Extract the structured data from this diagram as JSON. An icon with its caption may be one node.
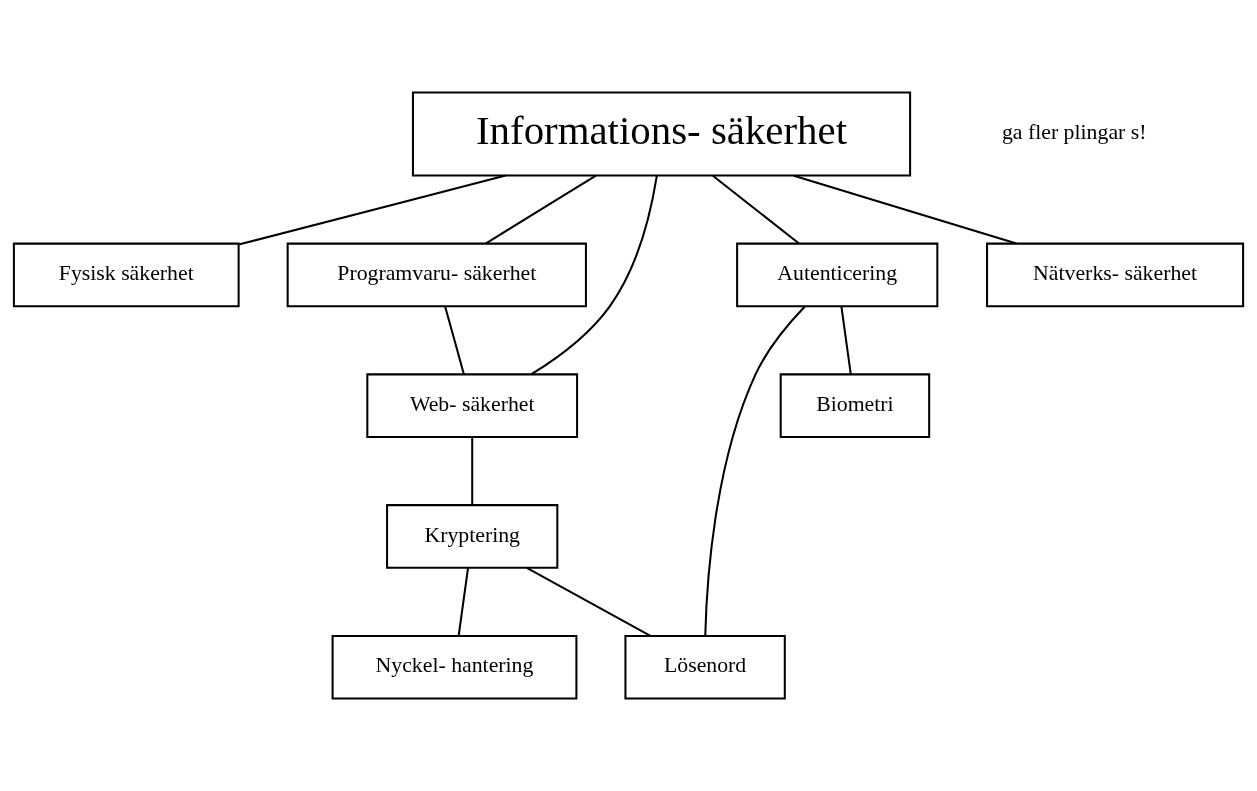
{
  "diagram": {
    "nodes": [
      {
        "text": [
          "Informations- säkerhet"
        ]
      },
      {
        "text": [
          "Fysisk säkerhet"
        ]
      },
      {
        "text": [
          "Programvaru- säkerhet"
        ]
      },
      {
        "text": [
          "Web- säkerhet"
        ]
      },
      {
        "text": [
          "Autenticering"
        ]
      },
      {
        "text": [
          "Nätverks- säkerhet"
        ]
      },
      {
        "text": [
          "Kryptering"
        ]
      },
      {
        "text": [
          "Lösenord"
        ]
      },
      {
        "text": [
          "Biometri"
        ]
      },
      {
        "text": [
          "Nyckel- hantering"
        ]
      }
    ],
    "edges": [
      {
        "from": 0,
        "to": 1,
        "arrow": "none"
      },
      {
        "from": 0,
        "to": 2,
        "arrow": "none"
      },
      {
        "from": 0,
        "to": 5,
        "arrow": "none"
      },
      {
        "from": 0,
        "to": 3,
        "arrow": "none"
      },
      {
        "from": 0,
        "to": 4,
        "arrow": "none"
      },
      {
        "from": 2,
        "to": 3,
        "arrow": "none"
      },
      {
        "from": 3,
        "to": 6,
        "arrow": "none"
      },
      {
        "from": 4,
        "to": 7,
        "arrow": "none"
      },
      {
        "from": 4,
        "to": 8,
        "arrow": "none"
      },
      {
        "from": 6,
        "to": 7,
        "arrow": "none"
      },
      {
        "from": 6,
        "to": 9,
        "arrow": "none"
      }
    ],
    "labels": [
      "ga fler plingar s!"
    ]
  }
}
